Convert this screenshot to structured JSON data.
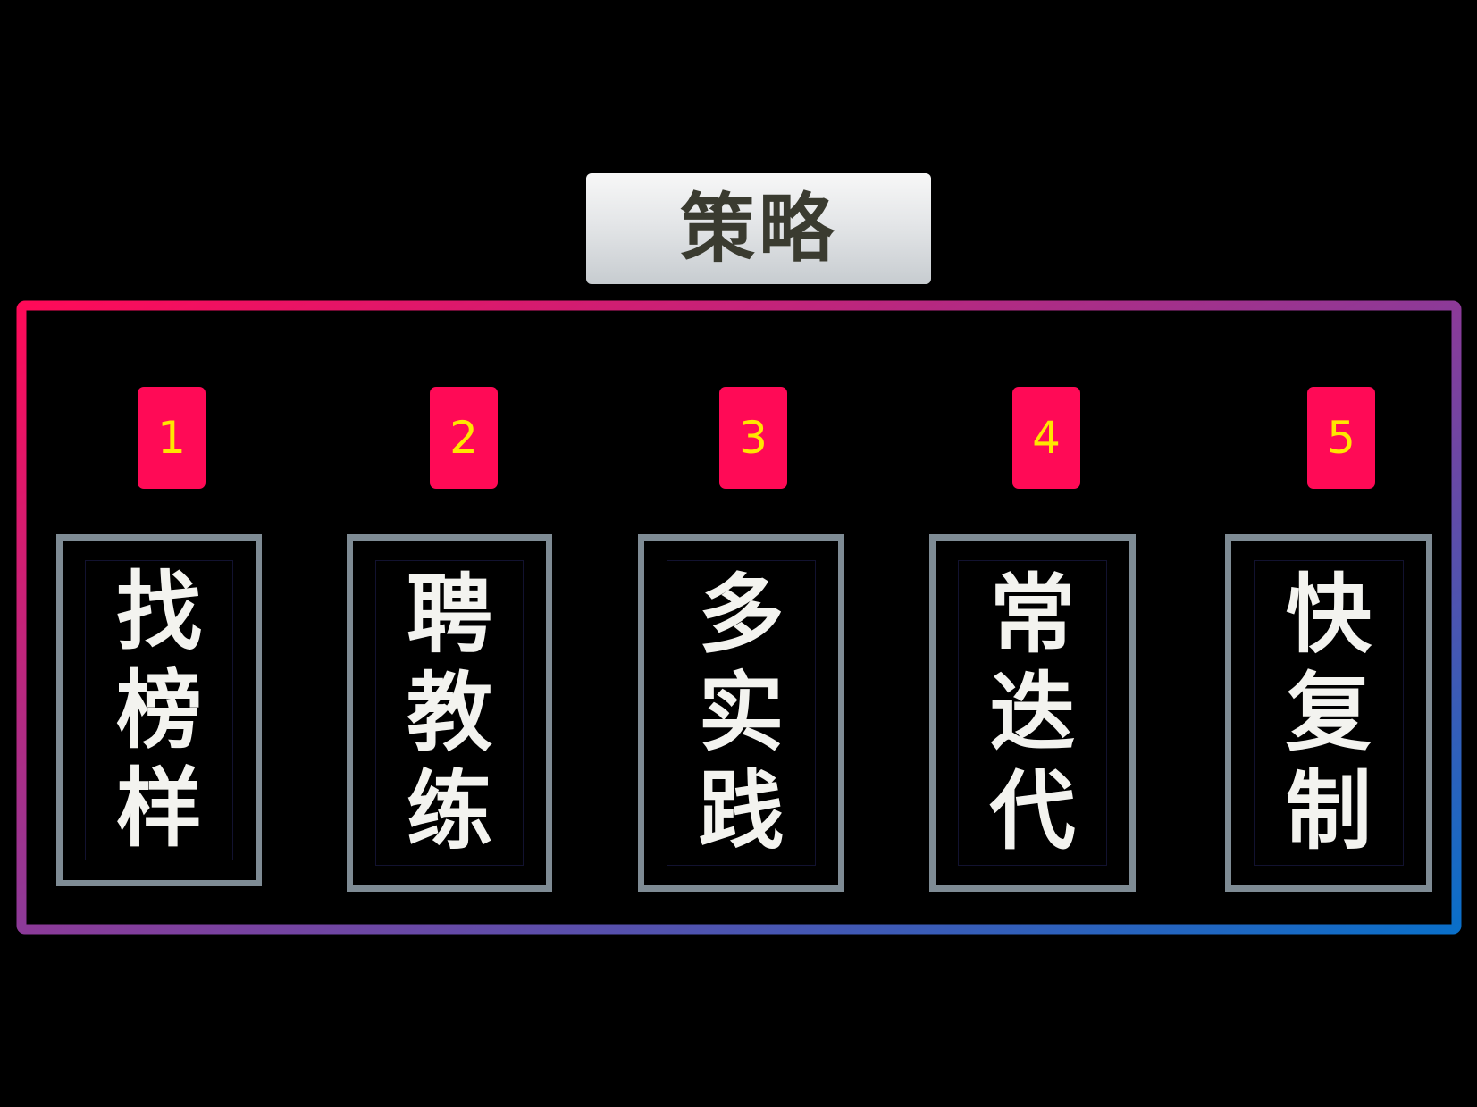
{
  "title": "策略",
  "colors": {
    "background": "#000000",
    "frame_gradient": [
      "#ff0a58",
      "#8c3a98",
      "#0a6fc9"
    ],
    "badge_bg": "#ff0a56",
    "badge_text": "#ffe600",
    "card_border": "#7e8b94",
    "card_text": "#f3f3ef",
    "title_text": "#3a3b30"
  },
  "items": [
    {
      "number": "1",
      "chars": [
        "找",
        "榜",
        "样"
      ]
    },
    {
      "number": "2",
      "chars": [
        "聘",
        "教",
        "练"
      ]
    },
    {
      "number": "3",
      "chars": [
        "多",
        "实",
        "践"
      ]
    },
    {
      "number": "4",
      "chars": [
        "常",
        "迭",
        "代"
      ]
    },
    {
      "number": "5",
      "chars": [
        "快",
        "复",
        "制"
      ]
    }
  ]
}
